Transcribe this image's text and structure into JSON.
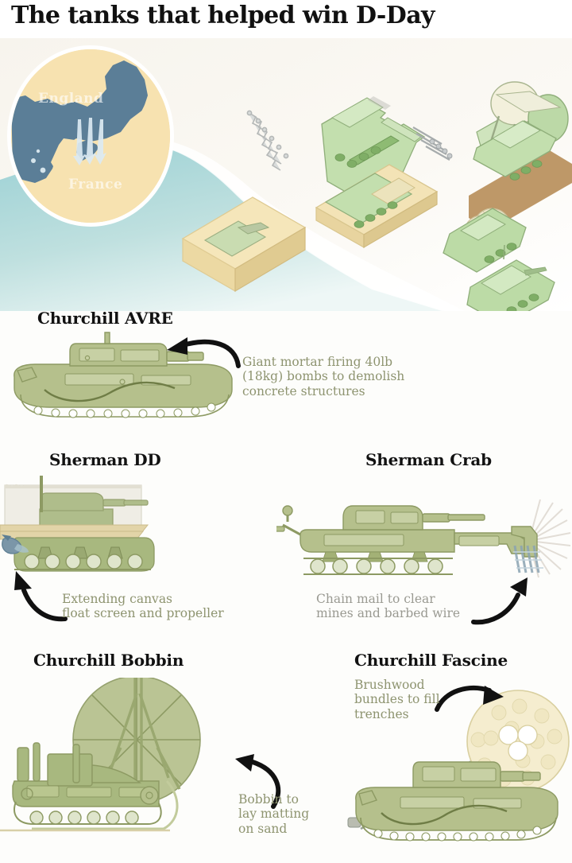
{
  "header": {
    "title": "The tanks that helped win D-Day"
  },
  "map": {
    "name": "d-day-invasion-map",
    "labels": {
      "england": "England",
      "france": "France"
    },
    "colors": {
      "land": "#f7e2b0",
      "sea": "#5b7e97",
      "arrow": "#cfe0ea"
    },
    "arrow_count": 3
  },
  "scene": {
    "name": "normandy-beach-isometric",
    "colors": {
      "sand": "#f7f4ec",
      "sea": "#a2d2d4",
      "tank_green": "#b9d6a6",
      "matting": "#b98f5b",
      "landing_craft": "#f2e2b4",
      "fascine": "#f2ead0",
      "chain": "#b9bcbd"
    },
    "items": [
      "sherman-crab-flail",
      "churchill-bobbin-matting",
      "landing-craft-tank",
      "beached-landing-craft",
      "churchill-fascine",
      "sherman-tank"
    ]
  },
  "panels": [
    {
      "id": "avre",
      "title": "Churchill AVRE",
      "caption": "Giant mortar firing 40lb\n(18kg) bombs to demolish\nconcrete structures",
      "caption_color": "#8e9470",
      "arrow": "curved-arrow-left"
    },
    {
      "id": "dd",
      "title": "Sherman DD",
      "caption": "Extending canvas\nfloat screen and propeller",
      "caption_color": "#8e9470",
      "arrow": "curved-arrow-up-left"
    },
    {
      "id": "crab",
      "title": "Sherman Crab",
      "caption": "Chain mail to clear\nmines and barbed wire",
      "caption_color": "#9a9a92",
      "arrow": "curved-arrow-up-right"
    },
    {
      "id": "bobbin",
      "title": "Churchill Bobbin",
      "caption": "Bobbin to\nlay matting\non sand",
      "caption_color": "#8e9470",
      "arrow": "curved-arrow-up-left"
    },
    {
      "id": "fascine",
      "title": "Churchill Fascine",
      "caption": "Brushwood\nbundles to fill\ntrenches",
      "caption_color": "#8e9470",
      "arrow": "curved-arrow-right"
    }
  ],
  "palette": {
    "tank_fill": "#b5c08c",
    "tank_stroke": "#8d9a63",
    "tank_light": "#c7d0a4",
    "canvas_screen": "#e8e4d8",
    "sand_strip": "#e2d4a8",
    "propeller": "#7b96a8",
    "heading": "#121212",
    "background": "#fdfdfb"
  }
}
